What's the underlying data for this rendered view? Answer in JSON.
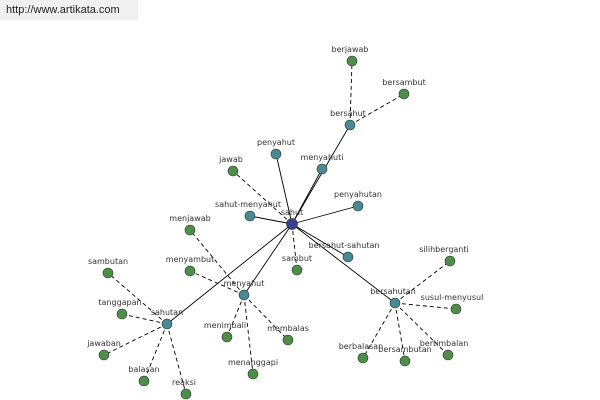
{
  "header": {
    "url": "http://www.artikata.com"
  },
  "colors": {
    "root": "#3a3f8f",
    "hub": "#4a8a96",
    "leaf": "#4f8d4a",
    "edge": "#000000"
  },
  "graph": {
    "nodes": [
      {
        "id": "sahut",
        "label": "sahut",
        "kind": "root"
      },
      {
        "id": "bersahut",
        "label": "bersahut",
        "kind": "hub"
      },
      {
        "id": "berjawab",
        "label": "berjawab",
        "kind": "leaf"
      },
      {
        "id": "bersambut",
        "label": "bersambut",
        "kind": "leaf"
      },
      {
        "id": "penyahut",
        "label": "penyahut",
        "kind": "hub"
      },
      {
        "id": "menyahuti",
        "label": "menyahuti",
        "kind": "hub"
      },
      {
        "id": "jawab",
        "label": "jawab",
        "kind": "leaf"
      },
      {
        "id": "sahut-menyahut",
        "label": "sahut-menyahut",
        "kind": "hub"
      },
      {
        "id": "penyahutan",
        "label": "penyahutan",
        "kind": "hub"
      },
      {
        "id": "bersahut-sahutan",
        "label": "bersahut-sahutan",
        "kind": "hub"
      },
      {
        "id": "sambut",
        "label": "sambut",
        "kind": "leaf"
      },
      {
        "id": "menjawab",
        "label": "menjawab",
        "kind": "leaf"
      },
      {
        "id": "menyambut",
        "label": "menyambut",
        "kind": "leaf"
      },
      {
        "id": "menyahut",
        "label": "menyahut",
        "kind": "hub"
      },
      {
        "id": "menimbali",
        "label": "menimbali",
        "kind": "leaf"
      },
      {
        "id": "membalas",
        "label": "membalas",
        "kind": "leaf"
      },
      {
        "id": "menanggapi",
        "label": "menanggapi",
        "kind": "leaf"
      },
      {
        "id": "sambutan",
        "label": "sambutan",
        "kind": "leaf"
      },
      {
        "id": "tanggapan",
        "label": "tanggapan",
        "kind": "leaf"
      },
      {
        "id": "sahutan",
        "label": "sahutan",
        "kind": "hub"
      },
      {
        "id": "jawaban",
        "label": "jawaban",
        "kind": "leaf"
      },
      {
        "id": "balasan",
        "label": "balasan",
        "kind": "leaf"
      },
      {
        "id": "reaksi",
        "label": "reaksi",
        "kind": "leaf"
      },
      {
        "id": "bersahutan",
        "label": "bersahutan",
        "kind": "hub"
      },
      {
        "id": "silihberganti",
        "label": "silihberganti",
        "kind": "leaf"
      },
      {
        "id": "susul-menyusul",
        "label": "susul-menyusul",
        "kind": "leaf"
      },
      {
        "id": "berbalasan",
        "label": "berbalasan",
        "kind": "leaf"
      },
      {
        "id": "bersambutan",
        "label": "bersambutan",
        "kind": "leaf"
      },
      {
        "id": "bertimbalan",
        "label": "bertimbalan",
        "kind": "leaf"
      }
    ],
    "edges": [
      {
        "from": "sahut",
        "to": "bersahut",
        "style": "solid"
      },
      {
        "from": "sahut",
        "to": "penyahut",
        "style": "solid"
      },
      {
        "from": "sahut",
        "to": "menyahuti",
        "style": "solid"
      },
      {
        "from": "sahut",
        "to": "sahut-menyahut",
        "style": "solid"
      },
      {
        "from": "sahut",
        "to": "penyahutan",
        "style": "solid"
      },
      {
        "from": "sahut",
        "to": "bersahut-sahutan",
        "style": "solid"
      },
      {
        "from": "sahut",
        "to": "menyahut",
        "style": "solid"
      },
      {
        "from": "sahut",
        "to": "sahutan",
        "style": "solid"
      },
      {
        "from": "sahut",
        "to": "bersahutan",
        "style": "solid"
      },
      {
        "from": "sahut",
        "to": "jawab",
        "style": "dashed"
      },
      {
        "from": "sahut",
        "to": "sambut",
        "style": "dashed"
      },
      {
        "from": "bersahut",
        "to": "berjawab",
        "style": "dashed"
      },
      {
        "from": "bersahut",
        "to": "bersambut",
        "style": "dashed"
      },
      {
        "from": "menyahut",
        "to": "menjawab",
        "style": "dashed"
      },
      {
        "from": "menyahut",
        "to": "menyambut",
        "style": "dashed"
      },
      {
        "from": "menyahut",
        "to": "menimbali",
        "style": "dashed"
      },
      {
        "from": "menyahut",
        "to": "membalas",
        "style": "dashed"
      },
      {
        "from": "menyahut",
        "to": "menanggapi",
        "style": "dashed"
      },
      {
        "from": "sahutan",
        "to": "sambutan",
        "style": "dashed"
      },
      {
        "from": "sahutan",
        "to": "tanggapan",
        "style": "dashed"
      },
      {
        "from": "sahutan",
        "to": "jawaban",
        "style": "dashed"
      },
      {
        "from": "sahutan",
        "to": "balasan",
        "style": "dashed"
      },
      {
        "from": "sahutan",
        "to": "reaksi",
        "style": "dashed"
      },
      {
        "from": "bersahutan",
        "to": "silihberganti",
        "style": "dashed"
      },
      {
        "from": "bersahutan",
        "to": "susul-menyusul",
        "style": "dashed"
      },
      {
        "from": "bersahutan",
        "to": "berbalasan",
        "style": "dashed"
      },
      {
        "from": "bersahutan",
        "to": "bersambutan",
        "style": "dashed"
      },
      {
        "from": "bersahutan",
        "to": "bertimbalan",
        "style": "dashed"
      }
    ]
  }
}
